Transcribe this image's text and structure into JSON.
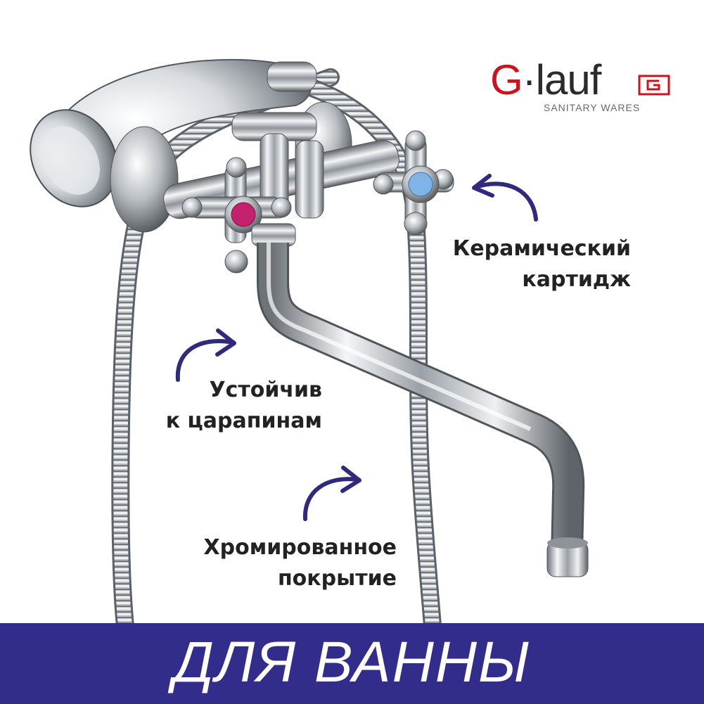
{
  "brand": {
    "logo_text_prefix": "G",
    "logo_text_dot": "·",
    "logo_text_rest": "lauf",
    "tagline": "SANITARY WARES",
    "brand_color": "#c8141e"
  },
  "features": {
    "ceramic_line1": "Керамический",
    "ceramic_line2": "картидж",
    "scratch_line1": "Устойчив",
    "scratch_line2": "к царапинам",
    "chrome_line1": "Хромированное",
    "chrome_line2": "покрытие"
  },
  "banner": {
    "text": "ДЛЯ ВАННЫ",
    "background_color": "#322c8a",
    "text_color": "#ffffff"
  },
  "arrow_color": "#2f2a7a",
  "handle_colors": {
    "hot": "#c4226e",
    "cold": "#7fb4e6"
  },
  "icons": [
    "faucet-image",
    "shower-head-image",
    "shower-hose-image",
    "curved-arrow-icon"
  ]
}
